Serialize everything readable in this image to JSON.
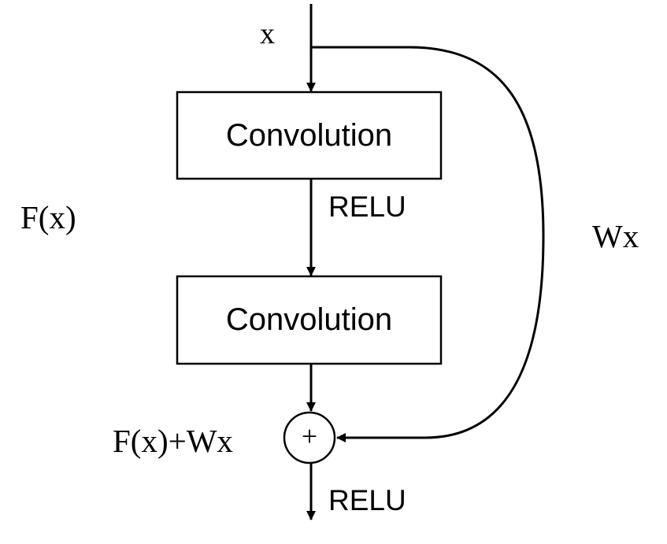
{
  "diagram": {
    "input_label": "x",
    "fx_label": "F(x)",
    "wx_label": "Wx",
    "relu_label_1": "RELU",
    "relu_label_2": "RELU",
    "sum_label": "F(x)+Wx",
    "conv_block_1": "Convolution",
    "conv_block_2": "Convolution",
    "plus_symbol": "+"
  },
  "colors": {
    "stroke": "#000000",
    "background": "#ffffff"
  }
}
